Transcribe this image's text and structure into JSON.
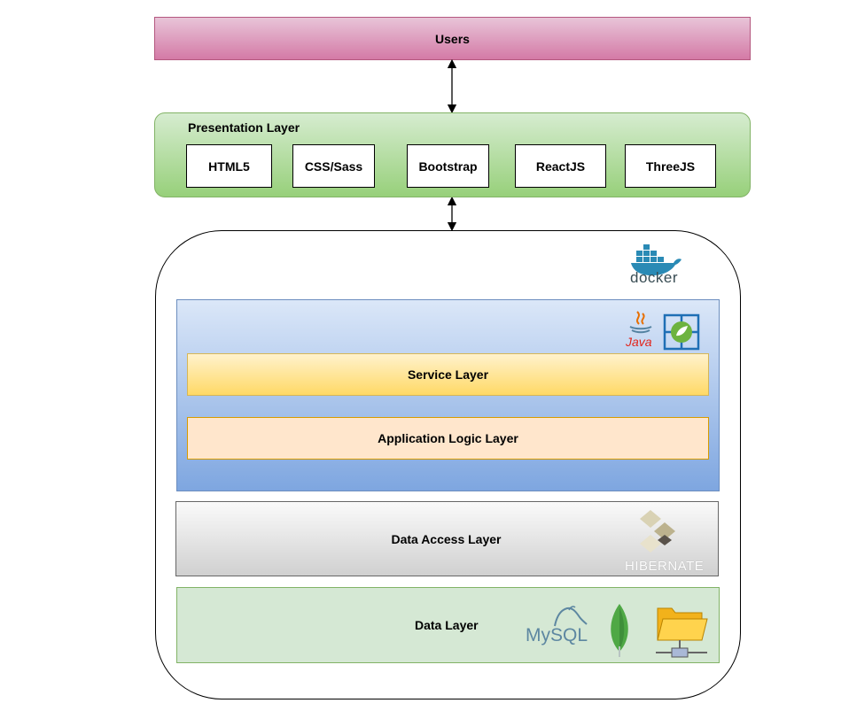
{
  "users": {
    "label": "Users"
  },
  "presentation": {
    "title": "Presentation Layer",
    "technologies": [
      "HTML5",
      "CSS/Sass",
      "Bootstrap",
      "ReactJS",
      "ThreeJS"
    ]
  },
  "container": {
    "logo_text": "docker",
    "logo_icon": "docker-whale-icon"
  },
  "backend": {
    "java_text": "Java",
    "service_label": "Service Layer",
    "application_label": "Application Logic Layer"
  },
  "data_access": {
    "label": "Data Access Layer",
    "hibernate_text": "HIBERNATE"
  },
  "data": {
    "label": "Data Layer",
    "mysql_text": "MySQL",
    "icons": [
      "mysql-icon",
      "mongodb-leaf-icon",
      "network-folder-icon"
    ]
  },
  "colors": {
    "users": "#d47aa6",
    "presentation": "#97d07a",
    "backend": "#7ea6e0",
    "service": "#ffd966",
    "application": "#ffe6cc",
    "data_access": "#d0d0d0",
    "data": "#d5e8d4"
  }
}
